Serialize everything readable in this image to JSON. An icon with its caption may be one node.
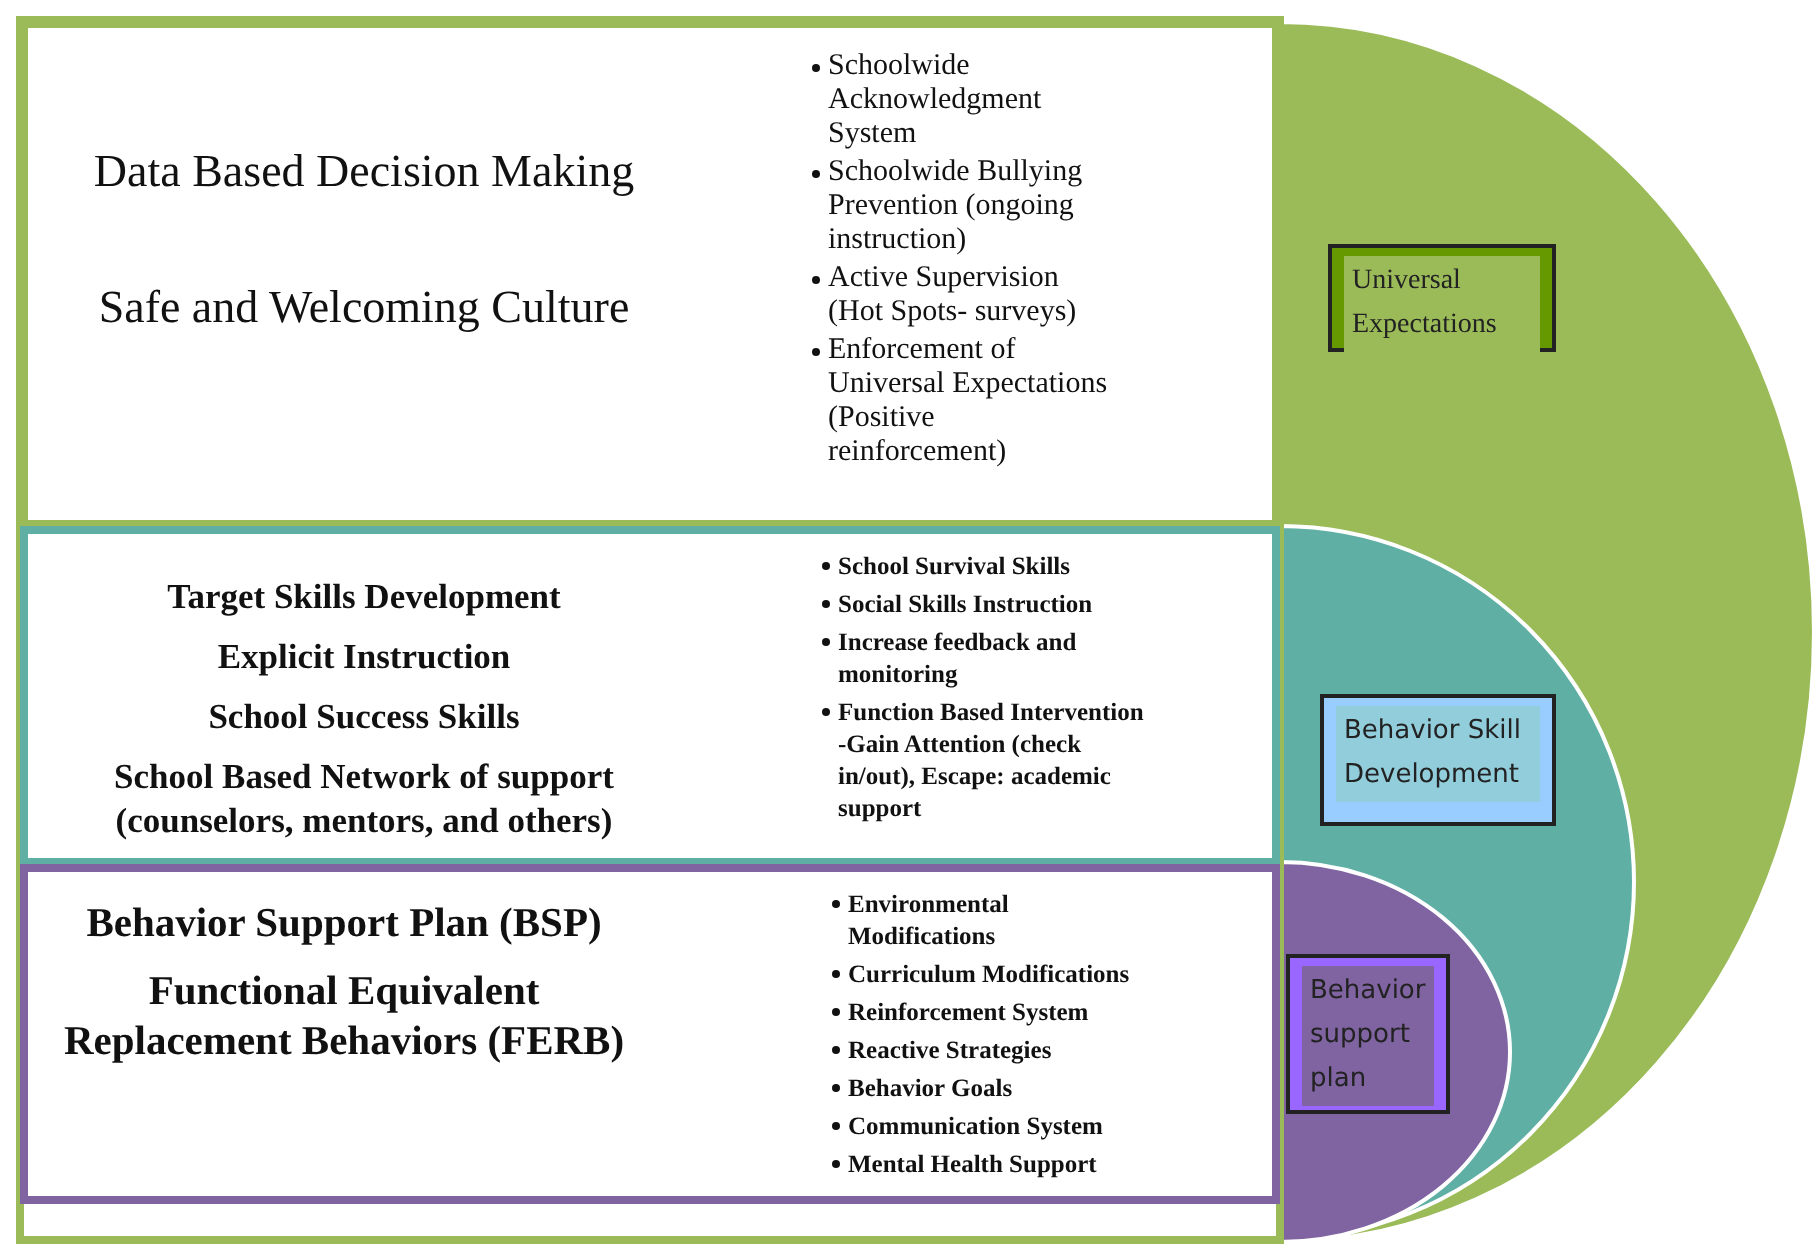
{
  "diagram": {
    "nodes": [
      {
        "text": [
          "Data Based Decision Making",
          "Safe and Welcoming Culture",
          "Schoolwide Acknowledgment System",
          "Schoolwide Bullying Prevention (ongoing instruction)",
          "Active Supervision (Hot Spots- surveys)",
          "Enforcement of Universal Expectations (Positive reinforcement)"
        ]
      },
      {
        "text": [
          "Target Skills Development",
          "Explicit Instruction",
          "School Success Skills",
          "School Based Network of support (counselors, mentors, and others)",
          "School Survival Skills",
          "Social Skills Instruction",
          "Increase feedback and monitoring",
          "Function Based Intervention -Gain Attention (check in/out), Escape: academic  support"
        ]
      },
      {
        "text": [
          "Behavior Support Plan (BSP)",
          "Functional Equivalent Replacement Behaviors (FERB)",
          "Environmental Modifications",
          "Curriculum Modifications",
          "Reinforcement System",
          "Reactive Strategies",
          "Behavior Goals",
          "Communication System",
          "Mental Health Support"
        ]
      },
      {
        "text": [
          "Universal Expectations"
        ]
      },
      {
        "text": [
          "Behavior Skill Development"
        ]
      },
      {
        "text": [
          "Behavior support plan"
        ]
      }
    ],
    "edges": []
  }
}
